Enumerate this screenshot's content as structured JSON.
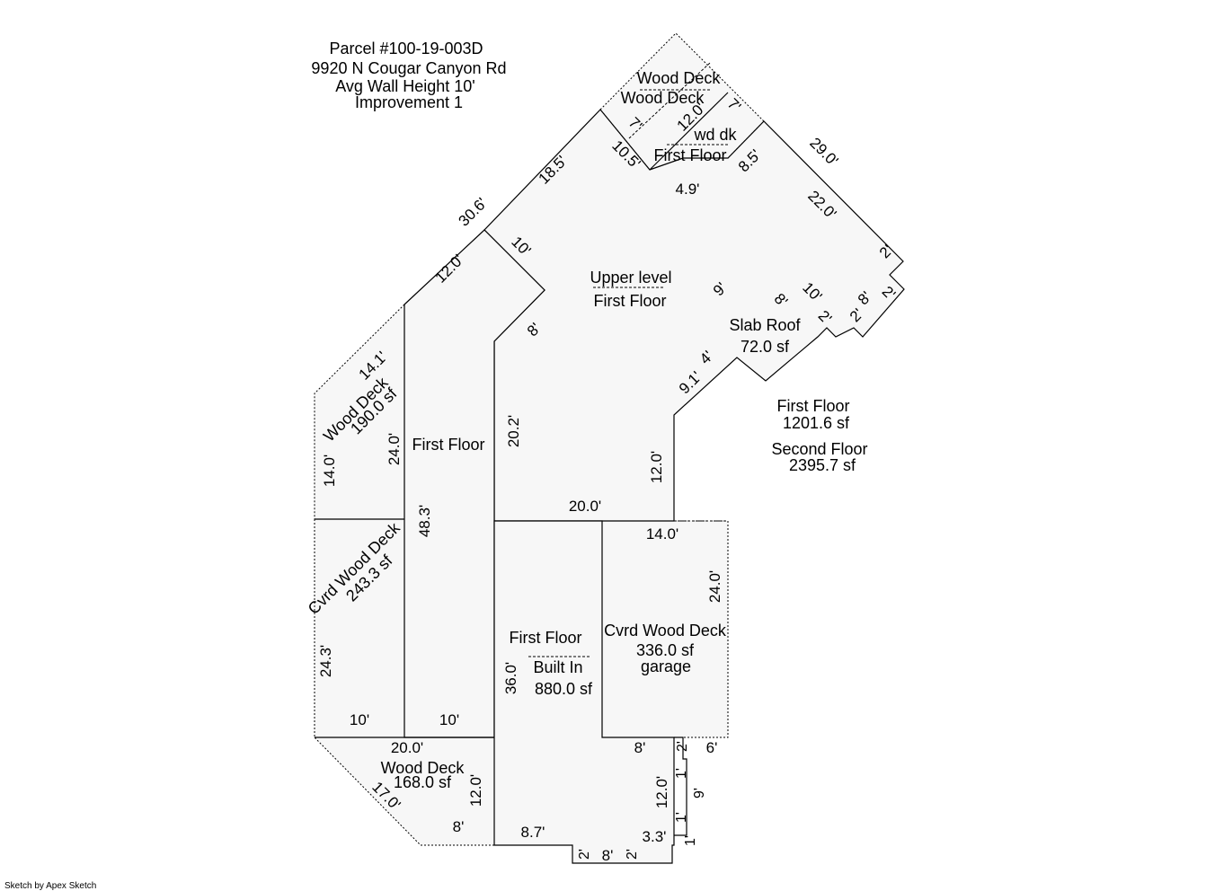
{
  "header": {
    "parcel": "Parcel #100-19-003D",
    "address": "9920 N Cougar Canyon Rd",
    "wall_height": "Avg Wall Height 10'",
    "improvement": "Improvement 1"
  },
  "areas": {
    "wood_deck_top_1": "Wood Deck",
    "wood_deck_top_2": "Wood Deck",
    "wd_dk": "wd dk",
    "first_floor_top": "First Floor",
    "upper_level": "Upper level",
    "first_floor_main": "First Floor",
    "slab_roof": "Slab Roof",
    "slab_roof_sf": "72.0 sf",
    "wood_deck_left": "Wood Deck",
    "wood_deck_left_sf": "190.0 sf",
    "first_floor_strip": "First Floor",
    "cvrd_deck_left": "Cvrd Wood Deck",
    "cvrd_deck_left_sf": "243.3 sf",
    "first_floor_builtin": "First Floor",
    "built_in": "Built In",
    "built_in_sf": "880.0 sf",
    "cvrd_deck_garage": "Cvrd Wood Deck",
    "cvrd_deck_garage_sf": "336.0 sf",
    "garage": "garage",
    "wood_deck_bottom": "Wood Deck",
    "wood_deck_bottom_sf": "168.0 sf"
  },
  "summary": {
    "first_floor_label": "First Floor",
    "first_floor_sf": "1201.6 sf",
    "second_floor_label": "Second Floor",
    "second_floor_sf": "2395.7 sf"
  },
  "dimensions": {
    "d_7_left": "7'",
    "d_12_0_top": "12.0'",
    "d_7_right": "7'",
    "d_10_5": "10.5'",
    "d_8_5": "8.5'",
    "d_4_9": "4.9'",
    "d_18_5": "18.5'",
    "d_29_0": "29.0'",
    "d_30_6": "30.6'",
    "d_22_0": "22.0'",
    "d_10_upper": "10'",
    "d_2_a": "2'",
    "d_12_0_left": "12.0'",
    "d_9": "9'",
    "d_8_slab": "8'",
    "d_10_slab": "10'",
    "d_8_step": "8'",
    "d_2_b": "2'",
    "d_2_c": "2'",
    "d_2_d": "2'",
    "d_8_upper": "8'",
    "d_9_1": "9.1'",
    "d_4": "4'",
    "d_14_1": "14.1'",
    "d_24_0_left": "24.0'",
    "d_14_0": "14.0'",
    "d_20_2": "20.2'",
    "d_12_0_mid": "12.0'",
    "d_20_0_mid": "20.0'",
    "d_14_0_garage": "14.0'",
    "d_48_3": "48.3'",
    "d_24_0_garage": "24.0'",
    "d_24_3": "24.3'",
    "d_36_0": "36.0'",
    "d_10_a": "10'",
    "d_10_b": "10'",
    "d_8_garage": "8'",
    "d_2_e": "2'",
    "d_6": "6'",
    "d_20_0_bottom": "20.0'",
    "d_1_a": "1'",
    "d_17_0": "17.0'",
    "d_12_0_bottom_deck": "12.0'",
    "d_12_0_bottom": "12.0'",
    "d_9_small": "9'",
    "d_1_b": "1'",
    "d_8_deck": "8'",
    "d_8_7": "8.7'",
    "d_3_3": "3.3'",
    "d_1_c": "1'",
    "d_2_f": "2'",
    "d_8_bottom": "8'",
    "d_2_g": "2'"
  },
  "footer": {
    "credit": "Sketch by Apex Sketch"
  }
}
